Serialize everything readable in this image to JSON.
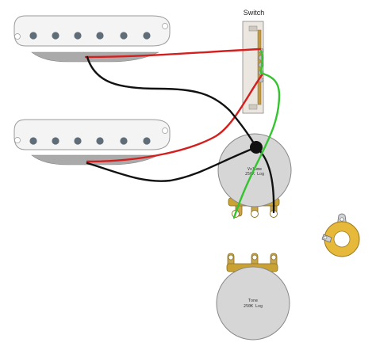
{
  "switch": {
    "label": "Switch"
  },
  "volume_pot": {
    "line1": "Volume",
    "line2": "250K Log"
  },
  "tone_pot": {
    "line1": "Tone",
    "line2": "250K Log"
  },
  "colors": {
    "hot_wire": "#d41f1f",
    "ground_wire": "#111111",
    "switch_wire": "#33c42f",
    "pot_body": "#d6d6d6",
    "pot_rim": "#c9a233",
    "pickup_cover": "#f4f4f4",
    "pole_piece": "#5f6d78",
    "pickup_base": "#aaaaaa",
    "switch_plate": "#ebe7e0",
    "switch_lever": "#c29a45",
    "jack_body": "#e7b93b"
  },
  "icons": [
    "pickup-icon",
    "switch-icon",
    "potentiometer-icon",
    "output-jack-icon"
  ]
}
